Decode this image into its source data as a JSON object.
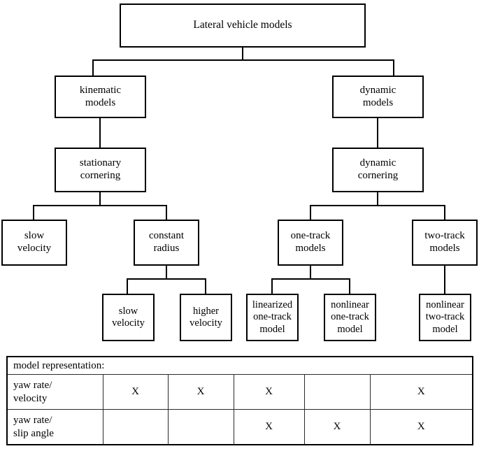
{
  "diagram": {
    "type": "tree-hierarchy",
    "title": "Lateral vehicle models taxonomy",
    "nodes": {
      "root": "Lateral vehicle models",
      "kinematic_models": "kinematic\nmodels",
      "dynamic_models": "dynamic\nmodels",
      "stationary_cornering": "stationary\ncornering",
      "dynamic_cornering": "dynamic\ncornering",
      "slow_velocity": "slow\nvelocity",
      "constant_radius": "constant\nradius",
      "one_track_models": "one-track\nmodels",
      "two_track_models": "two-track\nmodels",
      "cr_slow_velocity": "slow\nvelocity",
      "cr_higher_velocity": "higher\nvelocity",
      "linearized_one_track": "linearized\none-track\nmodel",
      "nonlinear_one_track": "nonlinear\none-track\nmodel",
      "nonlinear_two_track": "nonlinear\ntwo-track\nmodel"
    },
    "edges": [
      [
        "root",
        "kinematic_models"
      ],
      [
        "root",
        "dynamic_models"
      ],
      [
        "kinematic_models",
        "stationary_cornering"
      ],
      [
        "dynamic_models",
        "dynamic_cornering"
      ],
      [
        "stationary_cornering",
        "slow_velocity"
      ],
      [
        "stationary_cornering",
        "constant_radius"
      ],
      [
        "dynamic_cornering",
        "one_track_models"
      ],
      [
        "dynamic_cornering",
        "two_track_models"
      ],
      [
        "constant_radius",
        "cr_slow_velocity"
      ],
      [
        "constant_radius",
        "cr_higher_velocity"
      ],
      [
        "one_track_models",
        "linearized_one_track"
      ],
      [
        "one_track_models",
        "nonlinear_one_track"
      ],
      [
        "two_track_models",
        "nonlinear_two_track"
      ]
    ]
  },
  "table": {
    "header": "model representation:",
    "rows": [
      {
        "label": "yaw rate/\nvelocity",
        "cells": [
          "X",
          "X",
          "X",
          "",
          "X"
        ]
      },
      {
        "label": "yaw rate/\nslip angle",
        "cells": [
          "",
          "",
          "X",
          "X",
          "X"
        ]
      }
    ]
  },
  "colors": {
    "stroke": "#000000",
    "background": "#ffffff",
    "table_grid": "#2b2b2b"
  }
}
